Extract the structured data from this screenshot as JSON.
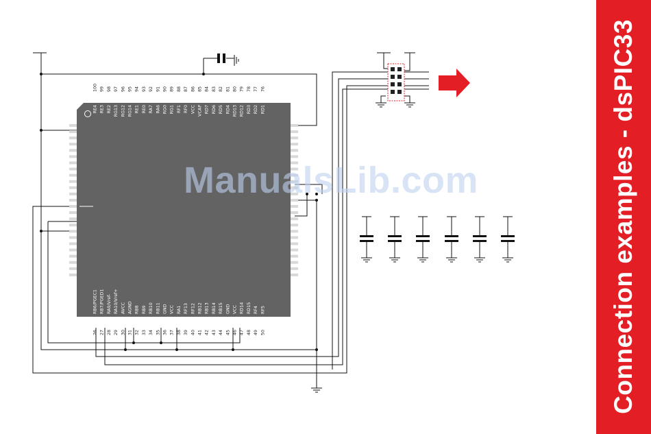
{
  "sidebar": {
    "title": "Connection examples - dsPIC33"
  },
  "watermark": {
    "text": "ManualsLib.com"
  },
  "chip": {
    "top_labels": [
      "RE4",
      "RE3",
      "RE2",
      "RG13",
      "RG12",
      "RG14",
      "RE1",
      "RE0",
      "RA7",
      "RA6",
      "RG0",
      "RG1",
      "RF1",
      "RF0",
      "VCC",
      "VCAP",
      "RD7",
      "RD6",
      "RD5",
      "RD4",
      "RD13",
      "RD12",
      "RD3",
      "RD2",
      "RD1"
    ],
    "top_numbers": [
      "100",
      "99",
      "98",
      "97",
      "96",
      "95",
      "94",
      "93",
      "92",
      "91",
      "90",
      "89",
      "88",
      "87",
      "86",
      "85",
      "84",
      "83",
      "82",
      "81",
      "80",
      "79",
      "78",
      "77",
      "76"
    ],
    "bottom_labels": [
      "RB6/PGEC1",
      "RB7/PGED1",
      "RA9/Vref-",
      "RA10/Vref+",
      "AVCC",
      "AGND",
      "RB8",
      "RB9",
      "RB10",
      "RB11",
      "GND",
      "VCC",
      "RA1",
      "RF13",
      "RF12",
      "RB12",
      "RB13",
      "RB14",
      "RB15",
      "GND",
      "VCC",
      "RD14",
      "RD15",
      "RF4",
      "RF5"
    ],
    "bottom_numbers": [
      "26",
      "27",
      "28",
      "29",
      "30",
      "31",
      "32",
      "33",
      "34",
      "35",
      "36",
      "37",
      "38",
      "39",
      "40",
      "41",
      "42",
      "43",
      "44",
      "45",
      "46",
      "47",
      "48",
      "49",
      "50"
    ]
  },
  "capacitors": {
    "count": 6
  },
  "colors": {
    "accent": "#e31e25",
    "chip_body": "#636363",
    "pin": "#d8d8d8"
  }
}
